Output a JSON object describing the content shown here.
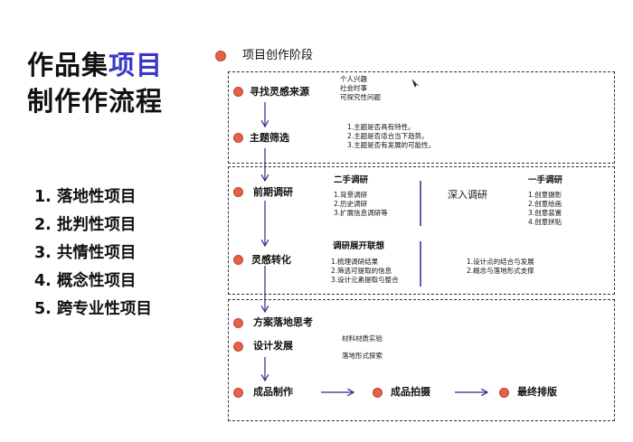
{
  "title": {
    "line1_prefix": "作品集",
    "line1_highlight": "项目",
    "line2": "制作作流程"
  },
  "project_types": [
    "1. 落地性项目",
    "2. 批判性项目",
    "3. 共情性项目",
    "4. 概念性项目",
    "5. 跨专业性项目"
  ],
  "stage_header": "项目创作阶段",
  "steps": {
    "inspiration": "寻找灵感来源",
    "topic": "主题筛选",
    "research": "前期调研",
    "transform": "灵感转化",
    "plan": "方案落地思考",
    "design": "设计发展",
    "production": "成品制作",
    "photo": "成品拍摄",
    "layout": "最终排版"
  },
  "inspiration_notes": [
    "个人兴趣",
    "社会时事",
    "可探究性问题"
  ],
  "topic_notes": [
    "1.主题是否具有特性。",
    "2.主题是否适合当下趋势。",
    "3.主题是否有发展的可能性。"
  ],
  "secondary_research": {
    "heading": "二手调研",
    "items": [
      "1.背景调研",
      "2.历史调研",
      "3.扩展信息调研等"
    ]
  },
  "deep_research": {
    "heading": "深入调研"
  },
  "primary_research": {
    "heading": "一手调研",
    "items": [
      "1.创意摄影",
      "2.创意绘画",
      "3.创意装置",
      "4.创意拼贴"
    ]
  },
  "association": {
    "heading": "调研展开联想",
    "items": [
      "1.梳理调研结果",
      "2.筛选可提取的信息",
      "3.设计元素提取与整合"
    ]
  },
  "design_points": [
    "1.设计点的结合与发展",
    "2.概念与落地形式支撑"
  ],
  "design_notes": [
    "材料材质实验",
    "落地形式探索"
  ],
  "colors": {
    "accent": "#3b37c8",
    "dot": "#e8604a",
    "arrow": "#2b2a8c"
  }
}
